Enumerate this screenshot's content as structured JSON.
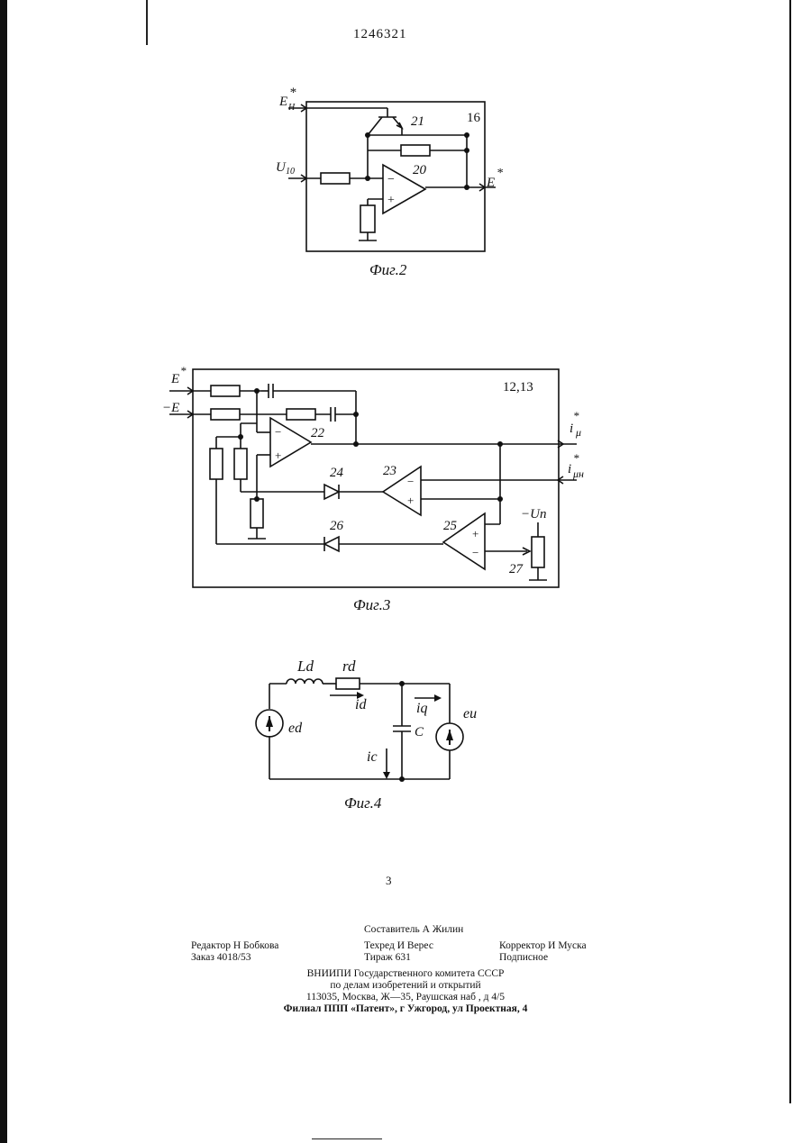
{
  "header": {
    "patent_number": "1246321"
  },
  "fig2": {
    "caption": "Фиг.2",
    "block_number": "16",
    "input_top": "E",
    "input_top_sub": "H",
    "input_top_star": "*",
    "input_left": "U",
    "input_left_sub": "10",
    "output": "E",
    "output_star": "*",
    "label_21": "21",
    "label_20": "20",
    "minus": "−",
    "plus": "+"
  },
  "fig3": {
    "caption": "Фиг.3",
    "block_number": "12,13",
    "input_estar": "E",
    "input_estar_star": "*",
    "input_minus_e": "−E",
    "output_imu": "i",
    "output_imu_sub": "μ",
    "output_imu_star": "*",
    "input_imun": "i",
    "input_imun_sub": "μн",
    "input_imun_star": "*",
    "supply": "−Uп",
    "label_22": "22",
    "label_23": "23",
    "label_24": "24",
    "label_25": "25",
    "label_26": "26",
    "label_27": "27",
    "minus": "−",
    "plus": "+"
  },
  "fig4": {
    "caption": "Фиг.4",
    "ld": "Ld",
    "rd": "rd",
    "id": "id",
    "iq": "iq",
    "ed": "ed",
    "eu": "eu",
    "c": "C",
    "ic": "ic"
  },
  "page_number": "3",
  "colophon": {
    "compiler": "Составитель А Жилин",
    "editor": "Редактор Н Бобкова",
    "techred": "Техред И Верес",
    "corrector": "Корректор И Муска",
    "order": "Заказ 4018/53",
    "circulation": "Тираж 631",
    "subscription": "Подписное",
    "org_line1": "ВНИИПИ Государственного комитета СССР",
    "org_line2": "по делам изобретений и открытий",
    "org_line3": "113035, Москва, Ж—35, Раушская наб , д 4/5",
    "branch": "Филиал ППП «Патент», г Ужгород, ул Проектная, 4"
  }
}
